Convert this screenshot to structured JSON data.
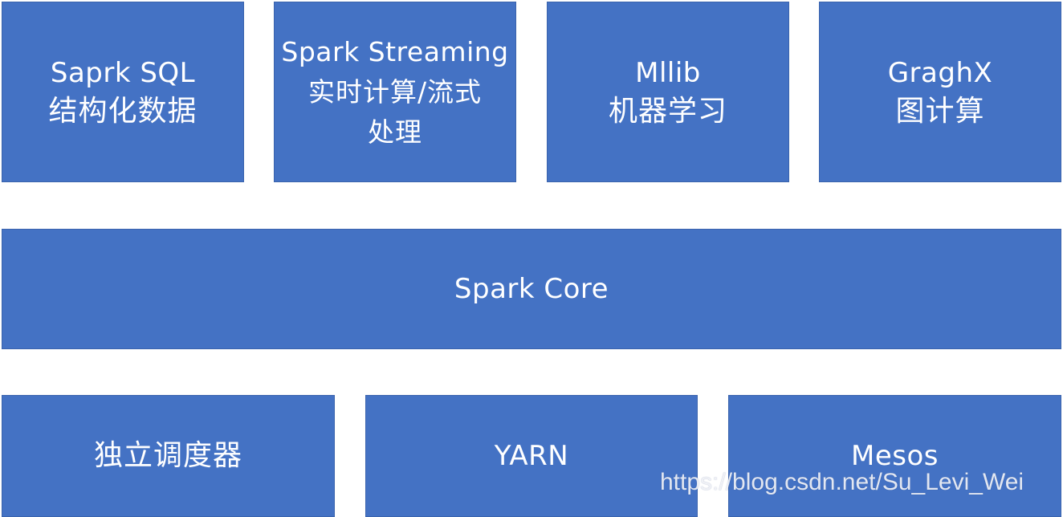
{
  "colors": {
    "block_fill": "#4472c4",
    "text": "#ffffff",
    "background": "#ffffff"
  },
  "top_row": [
    {
      "line1": "Saprk SQL",
      "line2": "结构化数据"
    },
    {
      "line1": "Spark Streaming",
      "line2": "实时计算/流式",
      "line3": "处理"
    },
    {
      "line1": "Mllib",
      "line2": "机器学习"
    },
    {
      "line1": "GraghX",
      "line2": "图计算"
    }
  ],
  "core": {
    "label": "Spark Core"
  },
  "bottom_row": [
    {
      "label": "独立调度器"
    },
    {
      "label": "YARN"
    },
    {
      "label": "Mesos"
    }
  ],
  "watermark": "https://blog.csdn.net/Su_Levi_Wei"
}
